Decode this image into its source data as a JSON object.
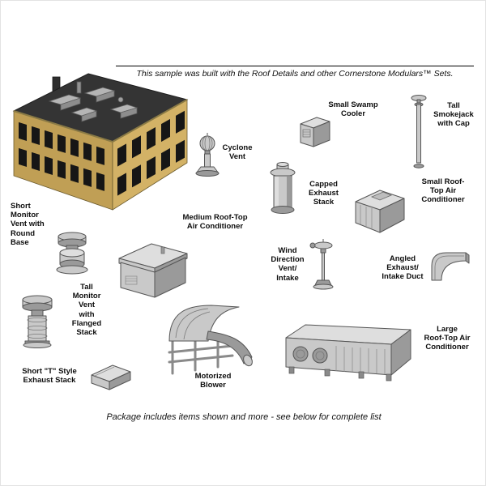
{
  "palette": {
    "background": "#ffffff",
    "text": "#0d0d0d",
    "part_fill": "#c9c9c9",
    "part_shade": "#9a9a9a",
    "part_light": "#dedede",
    "part_outline": "#555555",
    "building_wall": "#d3b266",
    "building_wall_shade": "#c09f55",
    "building_roof": "#343434",
    "window": "#161616"
  },
  "notes": {
    "top": "This sample was built with the Roof Details and other Cornerstone Modulars™ Sets.",
    "bottom": "Package includes items shown and more - see below for complete list"
  },
  "products": [
    {
      "id": "cyclone-vent",
      "label": "Cyclone\nVent"
    },
    {
      "id": "small-swamp-cooler",
      "label": "Small Swamp\nCooler"
    },
    {
      "id": "tall-smokejack",
      "label": "Tall\nSmokejack\nwith Cap"
    },
    {
      "id": "capped-exhaust-stack",
      "label": "Capped\nExhaust\nStack"
    },
    {
      "id": "small-rooftop-ac",
      "label": "Small Roof-\nTop Air\nConditioner"
    },
    {
      "id": "short-monitor-vent",
      "label": "Short\nMonitor\nVent with\nRound\nBase"
    },
    {
      "id": "medium-rooftop-ac",
      "label": "Medium Roof-Top\nAir Conditioner"
    },
    {
      "id": "wind-direction-vent",
      "label": "Wind\nDirection\nVent/\nIntake"
    },
    {
      "id": "angled-duct",
      "label": "Angled\nExhaust/\nIntake Duct"
    },
    {
      "id": "tall-monitor-vent",
      "label": "Tall\nMonitor\nVent\nwith\nFlanged\nStack"
    },
    {
      "id": "motorized-blower",
      "label": "Motorized\nBlower"
    },
    {
      "id": "large-rooftop-ac",
      "label": "Large\nRoof-Top Air\nConditioner"
    },
    {
      "id": "short-t-stack",
      "label": "Short \"T\" Style\nExhaust Stack"
    }
  ]
}
